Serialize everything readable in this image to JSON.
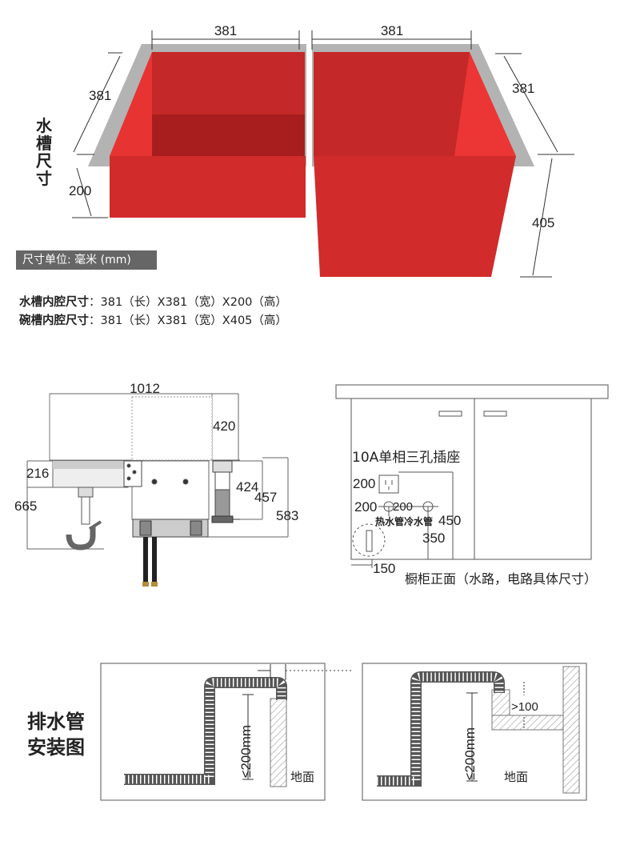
{
  "sink_dims": {
    "top_left_width": "381",
    "top_right_width": "381",
    "left_depth": "381",
    "right_depth": "381",
    "left_height": "200",
    "right_height": "405",
    "vertical_title": [
      "水",
      "槽",
      "尺",
      "寸"
    ],
    "unit_badge": "尺寸单位: 毫米 (mm)"
  },
  "specs": [
    {
      "label": "水槽内腔尺寸",
      "value": "：381（长）X381（宽）X200（高）"
    },
    {
      "label": "碗槽内腔尺寸",
      "value": "：381（长）X381（宽）X405（高）"
    }
  ],
  "side_view": {
    "width": "1012",
    "d420": "420",
    "d216": "216",
    "d665": "665",
    "d424": "424",
    "d457": "457",
    "d583": "583"
  },
  "cabinet": {
    "socket_label": "10A单相三孔插座",
    "d200_socket": "200",
    "d200_pipe": "200",
    "d200_between": "200",
    "d450": "450",
    "pipes_label": "热水管冷水管",
    "d350": "350",
    "d150": "150",
    "caption": "橱柜正面（水路，电路具体尺寸）"
  },
  "drain": {
    "title": [
      "排水管",
      "安装图"
    ],
    "left_height": "≤200mm",
    "left_floor": "地面",
    "right_height": "≤200mm",
    "right_gap": ">100",
    "right_floor": "地面"
  },
  "colors": {
    "sink_red": "#d12b2b",
    "sink_dark": "#a81e1e",
    "frame_gray": "#b3b3b3"
  }
}
